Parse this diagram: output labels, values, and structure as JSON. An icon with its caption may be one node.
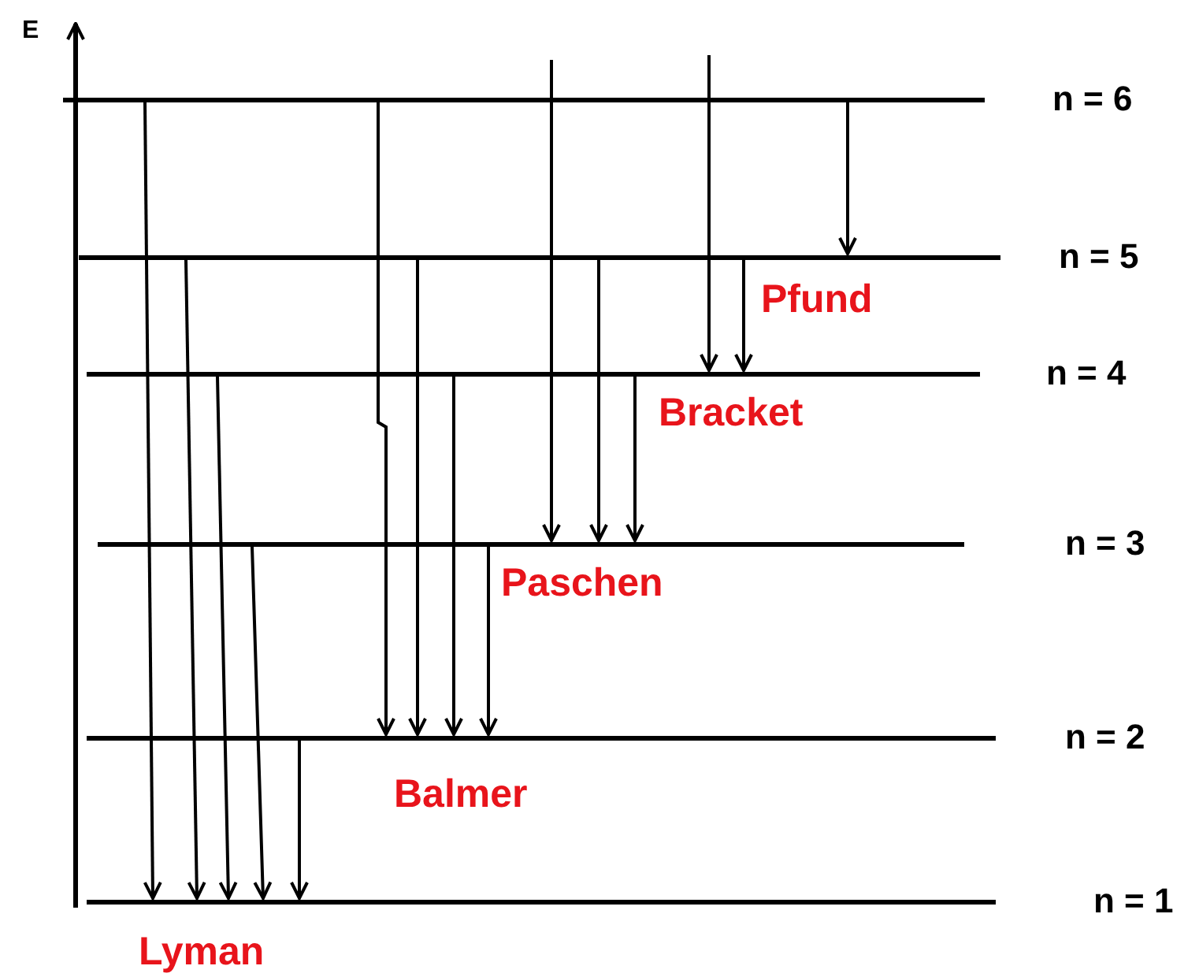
{
  "diagram": {
    "nodes": [
      {
        "text": [],
        "shape": "bar",
        "beside": [
          "n = 6"
        ]
      },
      {
        "text": [],
        "shape": "bar",
        "beside": [
          "n = 5"
        ]
      },
      {
        "text": [],
        "shape": "bar",
        "beside": [
          "n = 4"
        ]
      },
      {
        "text": [],
        "shape": "bar",
        "beside": [
          "n = 3"
        ]
      },
      {
        "text": [],
        "shape": "bar",
        "beside": [
          "n = 2"
        ]
      },
      {
        "text": [],
        "shape": "bar",
        "beside": [
          "n = 1"
        ]
      }
    ],
    "edges": [
      {
        "from": 0,
        "to": 5,
        "arrow": "to"
      },
      {
        "from": 1,
        "to": 5,
        "arrow": "to"
      },
      {
        "from": 2,
        "to": 5,
        "arrow": "to"
      },
      {
        "from": 3,
        "to": 5,
        "arrow": "to"
      },
      {
        "from": 4,
        "to": 5,
        "arrow": "to"
      },
      {
        "from": 0,
        "to": 4,
        "arrow": "to"
      },
      {
        "from": 1,
        "to": 4,
        "arrow": "to"
      },
      {
        "from": 2,
        "to": 4,
        "arrow": "to"
      },
      {
        "from": 3,
        "to": 4,
        "arrow": "to"
      },
      {
        "from": null,
        "to": 3,
        "arrow": "to"
      },
      {
        "from": 1,
        "to": 3,
        "arrow": "to"
      },
      {
        "from": 2,
        "to": 3,
        "arrow": "to"
      },
      {
        "from": null,
        "to": 2,
        "arrow": "to"
      },
      {
        "from": 1,
        "to": 2,
        "arrow": "to"
      },
      {
        "from": 0,
        "to": 1,
        "arrow": "to"
      }
    ],
    "labels": [
      "E",
      "Pfund",
      "Bracket",
      "Paschen",
      "Balmer",
      "Lyman"
    ]
  }
}
